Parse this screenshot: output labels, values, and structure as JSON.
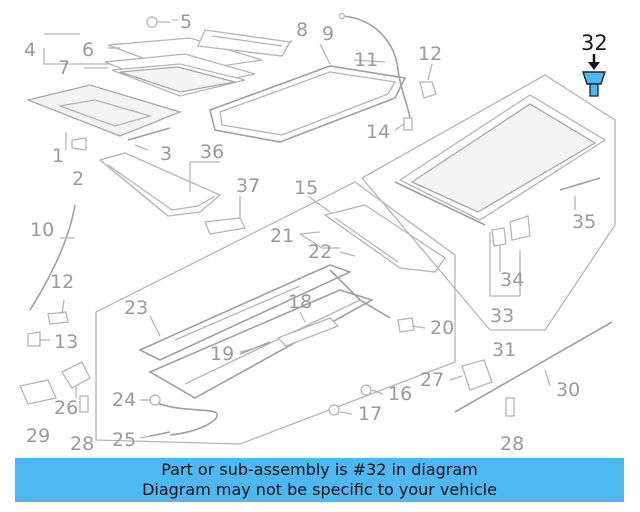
{
  "diagram": {
    "highlight_color": "#4fb8f2",
    "highlighted_part": "32",
    "labels": [
      "1",
      "2",
      "3",
      "4",
      "5",
      "6",
      "7",
      "8",
      "9",
      "10",
      "11",
      "12",
      "12",
      "13",
      "14",
      "15",
      "16",
      "17",
      "18",
      "19",
      "20",
      "21",
      "22",
      "23",
      "24",
      "25",
      "26",
      "27",
      "28",
      "28",
      "29",
      "30",
      "31",
      "32",
      "33",
      "34",
      "35",
      "36",
      "37"
    ]
  },
  "banner": {
    "line1": "Part or sub-assembly is #32 in diagram",
    "line2": "Diagram may not be specific to your vehicle",
    "background": "#4fb8f2"
  }
}
